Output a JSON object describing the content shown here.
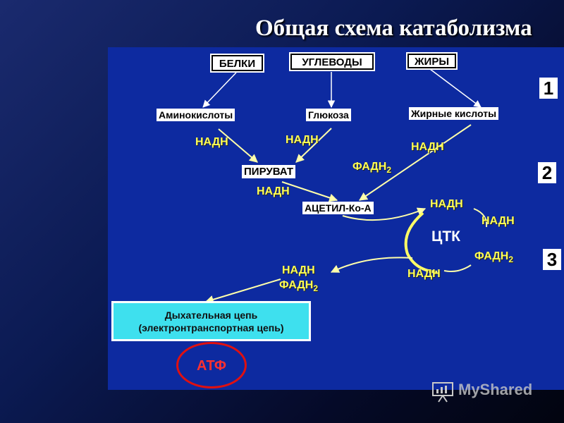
{
  "slide": {
    "title": "Общая схема катаболизма"
  },
  "sources": {
    "proteins": "БЕЛКИ",
    "carbohydrates": "УГЛЕВОДЫ",
    "fats": "ЖИРЫ"
  },
  "monomers": {
    "amino_acids": "Аминокислоты",
    "glucose": "Глюкоза",
    "fatty_acids": "Жирные кислоты"
  },
  "intermediates": {
    "pyruvate": "ПИРУВАТ",
    "acetyl_coa": "АЦЕТИЛ-Ко-А",
    "tca": "ЦТК"
  },
  "cofactors": {
    "nadh_amino": "НАДН",
    "nadh_glucose": "НАДН",
    "nadh_fatty": "НАДН",
    "fadh2_fatty": "ФАДН",
    "nadh_pyruvate": "НАДН",
    "tca_nadh_1": "НАДН",
    "tca_nadh_2": "НАДН",
    "tca_fadh2": "ФАДН",
    "tca_nadh_3": "НАДН",
    "out_nadh": "НАДН",
    "out_fadh2": "ФАДН",
    "subscript_2": "2"
  },
  "stages": [
    "1",
    "2",
    "3"
  ],
  "respiratory_chain": {
    "line1": "Дыхательная цепь",
    "line2": "(электронтранспортная цепь)"
  },
  "atp": "АТФ",
  "watermark": "MyShared",
  "colors": {
    "panel": "#0d2aa0",
    "label": "#ffff55",
    "arrow": "#ffffaa",
    "resp_chain": "#3ee0ee",
    "atp_ring": "#e01010"
  }
}
